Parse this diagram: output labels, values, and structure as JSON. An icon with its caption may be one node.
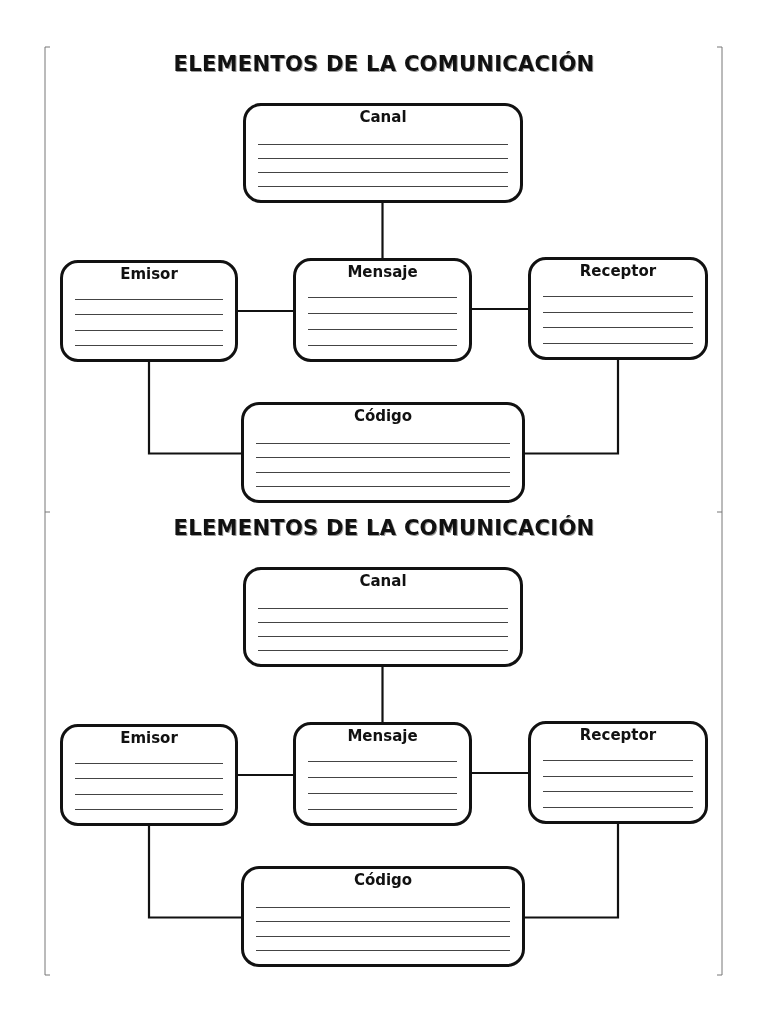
{
  "diagram": {
    "title": "ELEMENTOS DE LA COMUNICACIÓN",
    "nodes": [
      {
        "text": [
          "Canal"
        ]
      },
      {
        "text": [
          "Emisor"
        ]
      },
      {
        "text": [
          "Mensaje"
        ]
      },
      {
        "text": [
          "Receptor"
        ]
      },
      {
        "text": [
          "Código"
        ]
      },
      {
        "text": [
          "Canal"
        ]
      },
      {
        "text": [
          "Emisor"
        ]
      },
      {
        "text": [
          "Mensaje"
        ]
      },
      {
        "text": [
          "Receptor"
        ]
      },
      {
        "text": [
          "Código"
        ]
      }
    ],
    "edges": [
      {
        "from": 0,
        "to": 2,
        "arrow": "none"
      },
      {
        "from": 1,
        "to": 2,
        "arrow": "none"
      },
      {
        "from": 2,
        "to": 3,
        "arrow": "none"
      },
      {
        "from": 1,
        "to": 4,
        "arrow": "none"
      },
      {
        "from": 3,
        "to": 4,
        "arrow": "none"
      },
      {
        "from": 5,
        "to": 7,
        "arrow": "none"
      },
      {
        "from": 6,
        "to": 7,
        "arrow": "none"
      },
      {
        "from": 7,
        "to": 8,
        "arrow": "none"
      },
      {
        "from": 6,
        "to": 9,
        "arrow": "none"
      },
      {
        "from": 8,
        "to": 9,
        "arrow": "none"
      }
    ],
    "labels": [
      "ELEMENTOS DE LA COMUNICACIÓN"
    ]
  }
}
